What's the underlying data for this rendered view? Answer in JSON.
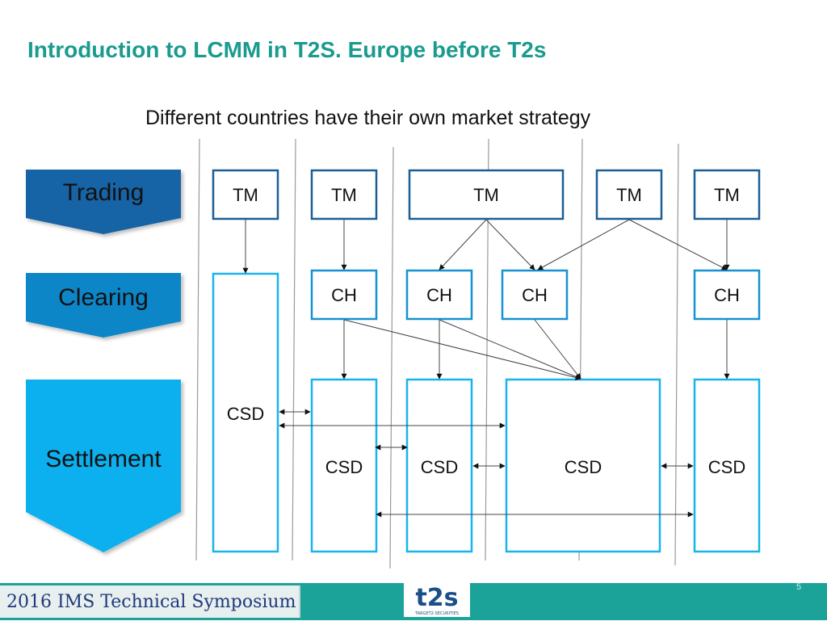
{
  "slide": {
    "title": "Introduction to LCMM in T2S. Europe before T2s",
    "subtitle": "Different countries have their own market strategy",
    "page_number": "5"
  },
  "stages": {
    "trading": "Trading",
    "clearing": "Clearing",
    "settlement": "Settlement"
  },
  "nodes": {
    "tm": "TM",
    "ch": "CH",
    "csd": "CSD"
  },
  "footer": {
    "label": "2016 IMS Technical Symposium",
    "logo_text": "t2s",
    "logo_caption": "TARGET2-SECURITIES"
  },
  "colors": {
    "title": "#1a9b8f",
    "trading": "#1363a6",
    "clearing": "#0a86c8",
    "settlement": "#09b0ef",
    "tm_border": "#1b5e96",
    "ch_border": "#1493cf",
    "csd_border": "#19b4ea",
    "footer_band": "#1ba39a"
  }
}
